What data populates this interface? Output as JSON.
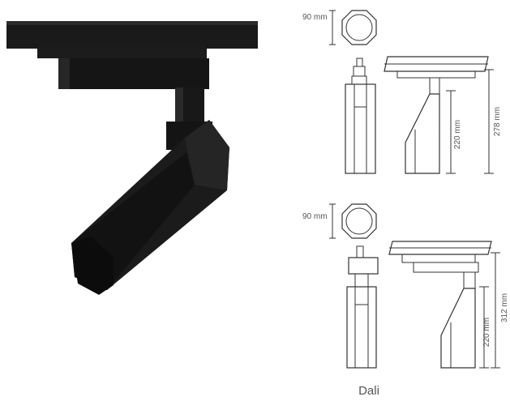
{
  "product": {
    "image_alt": "black track spotlight fixture",
    "body_color": "#1b1b1b"
  },
  "drawings": {
    "variant_1": {
      "diameter_label": "90 mm",
      "height_label": "220 mm",
      "total_height_label": "278 mm"
    },
    "variant_2": {
      "diameter_label": "90 mm",
      "height_label": "220 mm",
      "total_height_label": "312 mm"
    }
  },
  "caption": "Dali"
}
